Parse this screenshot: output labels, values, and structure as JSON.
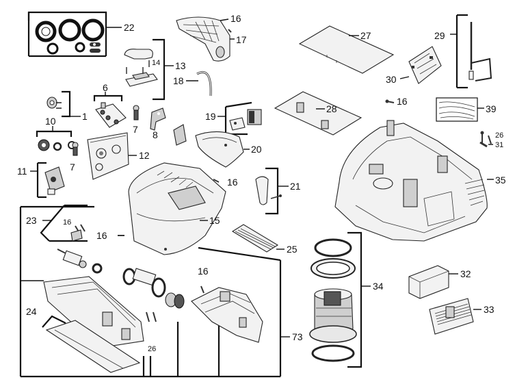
{
  "diagram": {
    "callouts": [
      {
        "id": "c22",
        "text": "22"
      },
      {
        "id": "c16a",
        "text": "16"
      },
      {
        "id": "c17",
        "text": "17"
      },
      {
        "id": "c27",
        "text": "27"
      },
      {
        "id": "c29",
        "text": "29"
      },
      {
        "id": "c14",
        "text": "14"
      },
      {
        "id": "c13",
        "text": "13"
      },
      {
        "id": "c30",
        "text": "30"
      },
      {
        "id": "c18",
        "text": "18"
      },
      {
        "id": "c6",
        "text": "6"
      },
      {
        "id": "c16b",
        "text": "16"
      },
      {
        "id": "c28",
        "text": "28"
      },
      {
        "id": "c39",
        "text": "39"
      },
      {
        "id": "c1",
        "text": "1"
      },
      {
        "id": "c10a",
        "text": "10"
      },
      {
        "id": "c19",
        "text": "19"
      },
      {
        "id": "c7a",
        "text": "7"
      },
      {
        "id": "c8",
        "text": "8"
      },
      {
        "id": "c26a",
        "text": "26"
      },
      {
        "id": "c31",
        "text": "31"
      },
      {
        "id": "c20",
        "text": "20"
      },
      {
        "id": "c12",
        "text": "12"
      },
      {
        "id": "c7b",
        "text": "7"
      },
      {
        "id": "c35",
        "text": "35"
      },
      {
        "id": "c11",
        "text": "11"
      },
      {
        "id": "c16c",
        "text": "16"
      },
      {
        "id": "c21",
        "text": "21"
      },
      {
        "id": "c23",
        "text": "23"
      },
      {
        "id": "c16d",
        "text": "16"
      },
      {
        "id": "c15",
        "text": "15"
      },
      {
        "id": "c16e",
        "text": "16"
      },
      {
        "id": "c25",
        "text": "25"
      },
      {
        "id": "c16f",
        "text": "16"
      },
      {
        "id": "c32",
        "text": "32"
      },
      {
        "id": "c34",
        "text": "34"
      },
      {
        "id": "c24",
        "text": "24"
      },
      {
        "id": "c33",
        "text": "33"
      },
      {
        "id": "c73",
        "text": "73"
      },
      {
        "id": "c26b",
        "text": "26"
      }
    ]
  }
}
